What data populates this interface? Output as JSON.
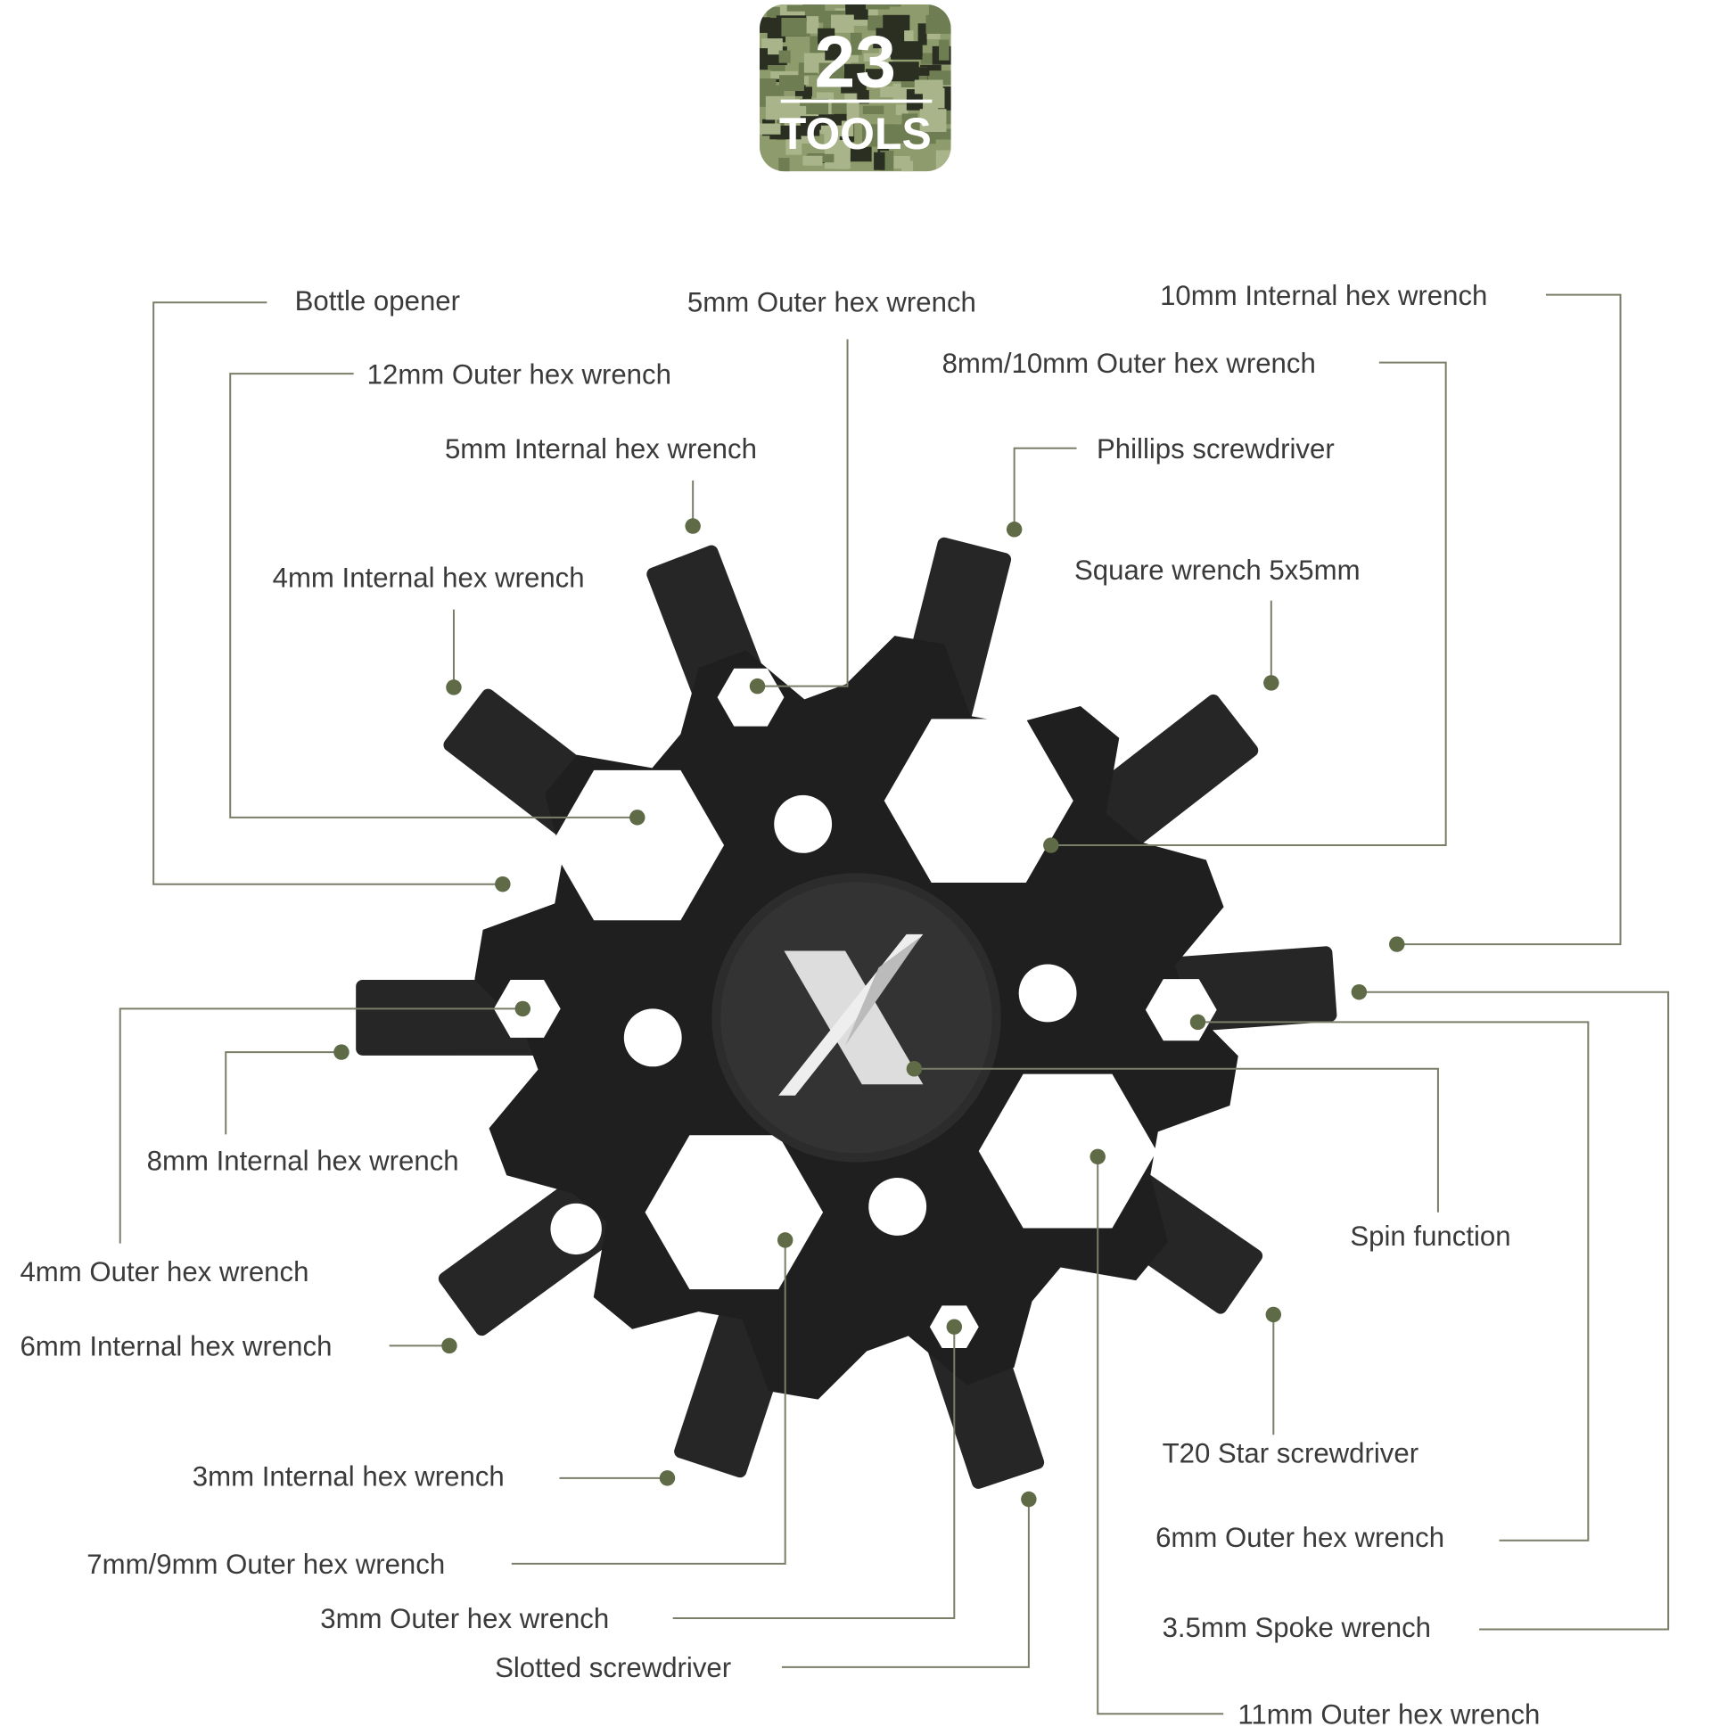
{
  "badge": {
    "number": "23",
    "word": "TOOLS",
    "colors": [
      "#6f7d52",
      "#a9b48a",
      "#2b2f22"
    ]
  },
  "logo": {
    "letter": "X"
  },
  "colors": {
    "tool_body": "#1f1f1f",
    "leader_line": "#7a7d68",
    "dot": "#5f6a46",
    "text": "#3a3a3a"
  },
  "labels": {
    "bottle_opener": "Bottle opener",
    "outer_12mm": "12mm Outer hex wrench",
    "internal_5mm": "5mm Internal hex wrench",
    "internal_4mm": "4mm Internal hex wrench",
    "outer_5mm": "5mm Outer hex wrench",
    "internal_10mm": "10mm Internal hex wrench",
    "outer_8_10mm": "8mm/10mm Outer hex wrench",
    "phillips": "Phillips screwdriver",
    "square_5x5": "Square wrench 5x5mm",
    "outer_4mm": "4mm Outer hex wrench",
    "internal_8mm": "8mm Internal hex wrench",
    "internal_6mm": "6mm Internal hex wrench",
    "internal_3mm": "3mm Internal hex wrench",
    "outer_7_9mm": "7mm/9mm Outer hex wrench",
    "outer_3mm": "3mm Outer hex wrench",
    "slotted": "Slotted screwdriver",
    "spin": "Spin function",
    "t20": "T20 Star screwdriver",
    "outer_6mm": "6mm Outer hex wrench",
    "spoke_3_5mm": "3.5mm Spoke wrench",
    "outer_11mm": "11mm Outer hex wrench"
  }
}
